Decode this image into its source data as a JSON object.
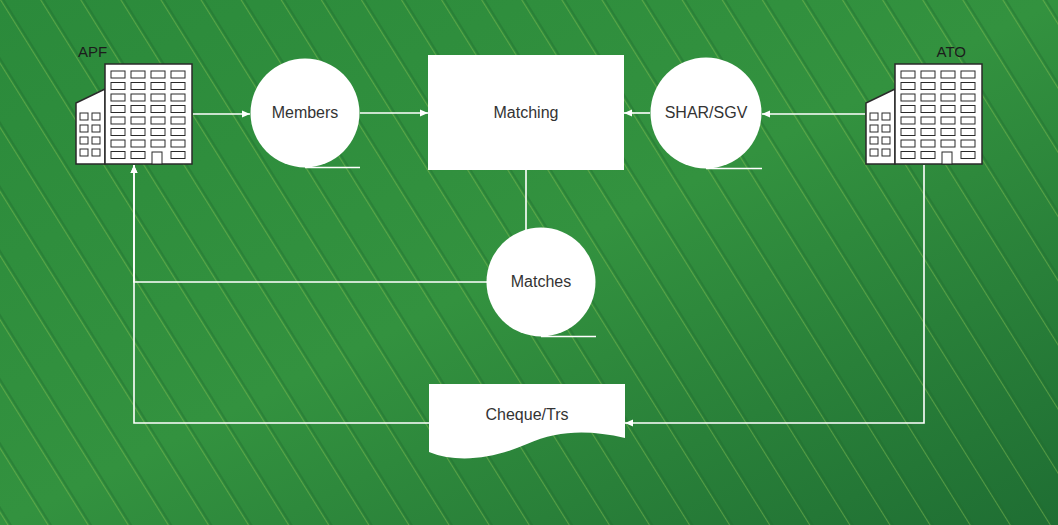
{
  "diagram": {
    "nodes": [
      {
        "text": [
          "APF"
        ]
      },
      {
        "text": [
          "Members"
        ]
      },
      {
        "text": [
          "Matching"
        ]
      },
      {
        "text": [
          "SHAR/SGV"
        ]
      },
      {
        "text": [
          "ATO"
        ]
      },
      {
        "text": [
          "Matches"
        ]
      },
      {
        "text": [
          "Cheque/Trs"
        ]
      }
    ],
    "edges": [
      {
        "from": 0,
        "to": 1,
        "arrow": "to"
      },
      {
        "from": 1,
        "to": 2,
        "arrow": "to"
      },
      {
        "from": 3,
        "to": 2,
        "arrow": "to"
      },
      {
        "from": 4,
        "to": 3,
        "arrow": "to"
      },
      {
        "from": 2,
        "to": 5,
        "arrow": "to"
      },
      {
        "from": 5,
        "to": 0,
        "arrow": "to"
      },
      {
        "from": 4,
        "to": 6,
        "arrow": "to"
      },
      {
        "from": 6,
        "to": 0,
        "arrow": "to"
      }
    ]
  }
}
